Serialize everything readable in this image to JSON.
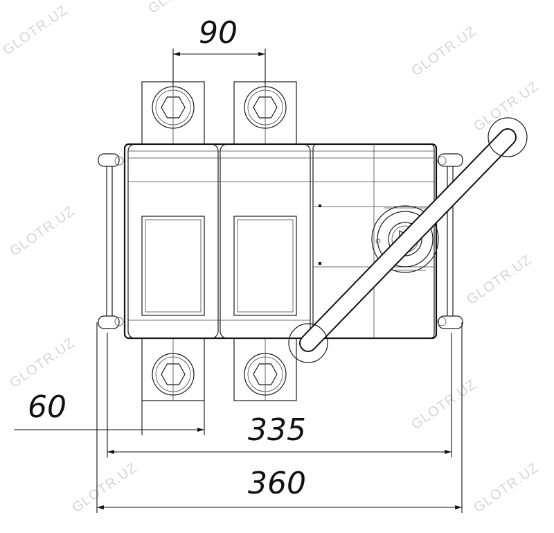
{
  "dimensions": {
    "terminal_pitch": "90",
    "terminal_width": "60",
    "mounting_width": "335",
    "overall_width": "360"
  },
  "watermark": "GLOTR.UZ",
  "colors": {
    "line": "#1a1a1a",
    "background": "#ffffff",
    "watermark": "#d6d6d6"
  }
}
